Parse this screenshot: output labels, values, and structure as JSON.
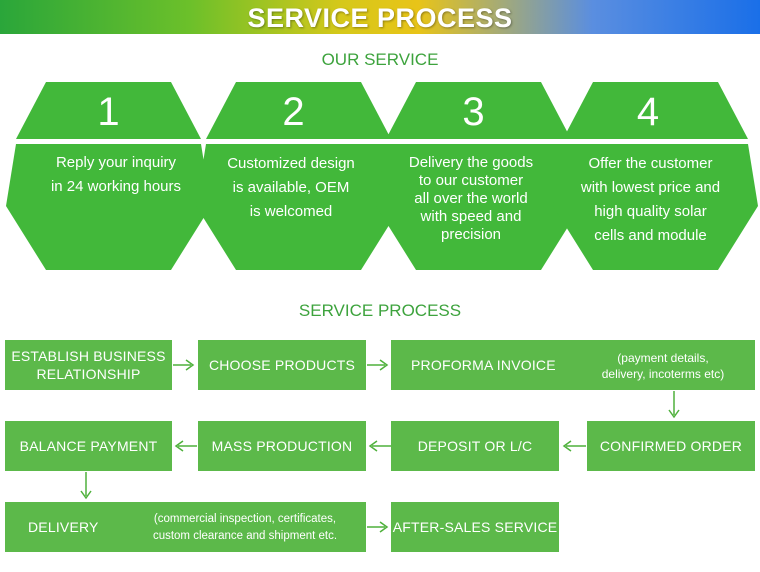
{
  "banner": {
    "title": "SERVICE PROCESS"
  },
  "our_service": {
    "heading": "OUR SERVICE",
    "steps": [
      {
        "number": "1",
        "lines": [
          "Reply your inquiry",
          "in 24 working hours"
        ]
      },
      {
        "number": "2",
        "lines": [
          "Customized design",
          "is available, OEM",
          "is welcomed"
        ]
      },
      {
        "number": "3",
        "lines": [
          "Delivery the goods",
          "to our customer",
          "all over the world",
          "with speed and",
          "precision"
        ]
      },
      {
        "number": "4",
        "lines": [
          "Offer the customer",
          "with lowest price and",
          "high quality solar",
          "cells and module"
        ]
      }
    ]
  },
  "process": {
    "heading": "SERVICE PROCESS",
    "establish": "ESTABLISH BUSINESS RELATIONSHIP",
    "choose": "CHOOSE PRODUCTS",
    "proforma": "PROFORMA INVOICE",
    "proforma_note": [
      "(payment details,",
      "delivery, incoterms etc)"
    ],
    "confirmed": "CONFIRMED ORDER",
    "deposit": "DEPOSIT OR L/C",
    "mass": "MASS PRODUCTION",
    "balance": "BALANCE PAYMENT",
    "delivery": "DELIVERY",
    "delivery_note": [
      "(commercial inspection, certificates,",
      "custom clearance and shipment etc."
    ],
    "after_sales": "AFTER-SALES SERVICE"
  },
  "colors": {
    "green": "#5cb94a",
    "hex_green": "#42b83a",
    "heading_green": "#3da33d",
    "arrow_green": "#4fb13c"
  }
}
